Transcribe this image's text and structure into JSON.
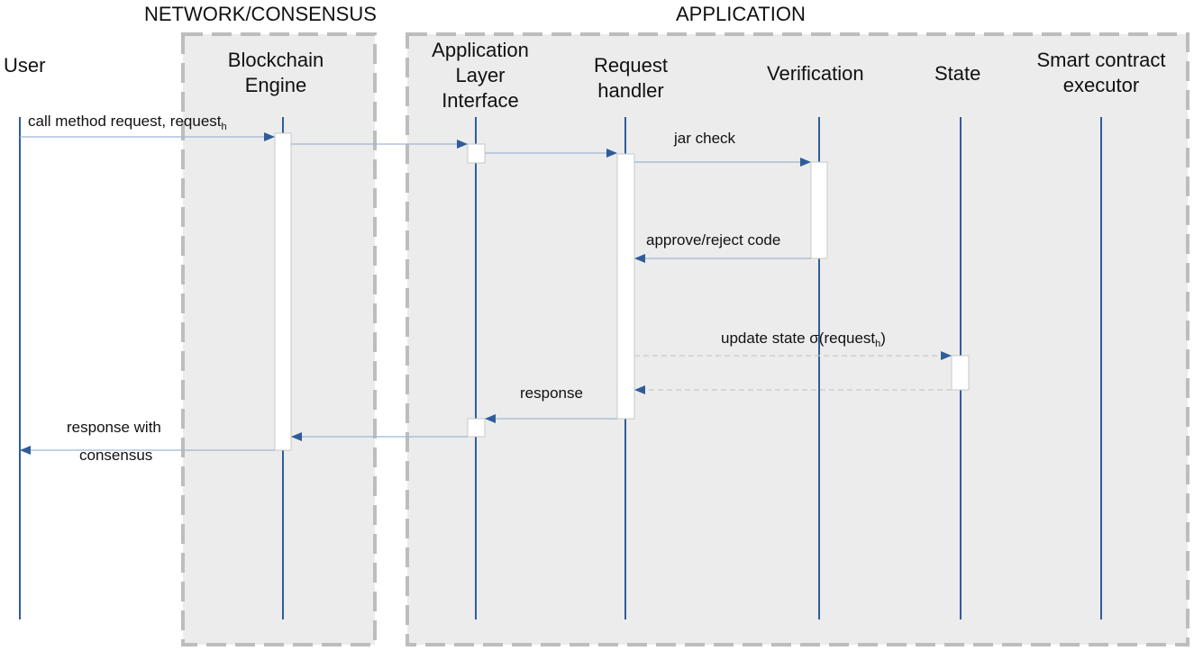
{
  "groups": {
    "network": "NETWORK/CONSENSUS",
    "application": "APPLICATION"
  },
  "participants": {
    "user": "User",
    "engine_l1": "Blockchain",
    "engine_l2": "Engine",
    "ali_l1": "Application",
    "ali_l2": "Layer",
    "ali_l3": "Interface",
    "handler_l1": "Request",
    "handler_l2": "handler",
    "verification": "Verification",
    "state": "State",
    "executor_l1": "Smart contract",
    "executor_l2": "executor"
  },
  "messages": {
    "call_main": "call method request, request",
    "call_sub": "h",
    "jar_check": "jar check",
    "approve_reject": "approve/reject code",
    "update_main": "update state σ(request",
    "update_sub": "h",
    "update_close": ")",
    "response": "response",
    "response_with": "response with",
    "consensus": "consensus"
  },
  "colors": {
    "lifeline": "#2f5d9a",
    "arrow": "#2f5d9a",
    "message_line": "#9fb6d6",
    "group_fill": "#ececec",
    "group_border": "#bdbdbd",
    "activation_fill": "#ffffff",
    "activation_border": "#c8c8c8"
  }
}
